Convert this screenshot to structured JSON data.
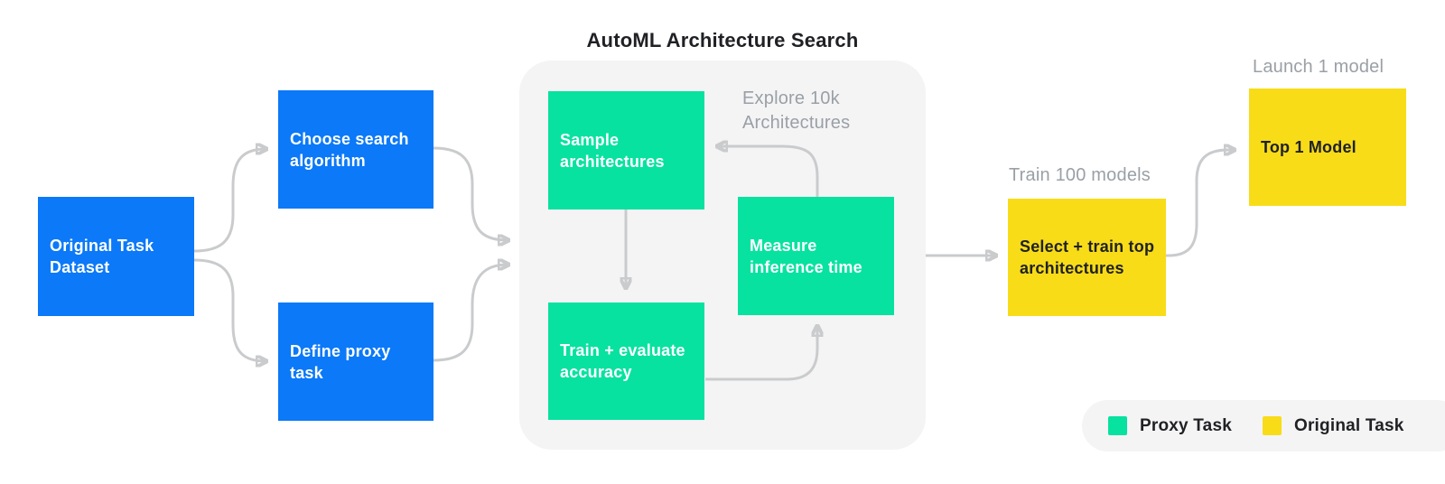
{
  "diagram": {
    "title": "AutoML Architecture Search",
    "nodes": {
      "original": "Original Task\nDataset",
      "choose": "Choose search\nalgorithm",
      "define": "Define proxy task",
      "sample": "Sample\narchitectures",
      "measure": "Measure\ninference time",
      "train": "Train + evaluate\naccuracy",
      "select": "Select + train top\narchitectures",
      "top1": "Top 1 Model"
    },
    "annotations": {
      "explore": "Explore 10k\nArchitectures",
      "train100": "Train 100 models",
      "launch1": "Launch 1 model"
    },
    "legend": {
      "items": [
        {
          "swatch": "green",
          "label": "Proxy Task"
        },
        {
          "swatch": "yellow",
          "label": "Original Task"
        }
      ]
    },
    "colors": {
      "proxy_task_green": "#07e2a0",
      "original_task_yellow": "#f8dc18",
      "dataset_blue": "#0b79f8",
      "container_gray": "#f4f4f5",
      "arrow_gray": "#c9cbcd",
      "annotation_gray": "#9aa0a6",
      "text_dark": "#202125"
    }
  }
}
